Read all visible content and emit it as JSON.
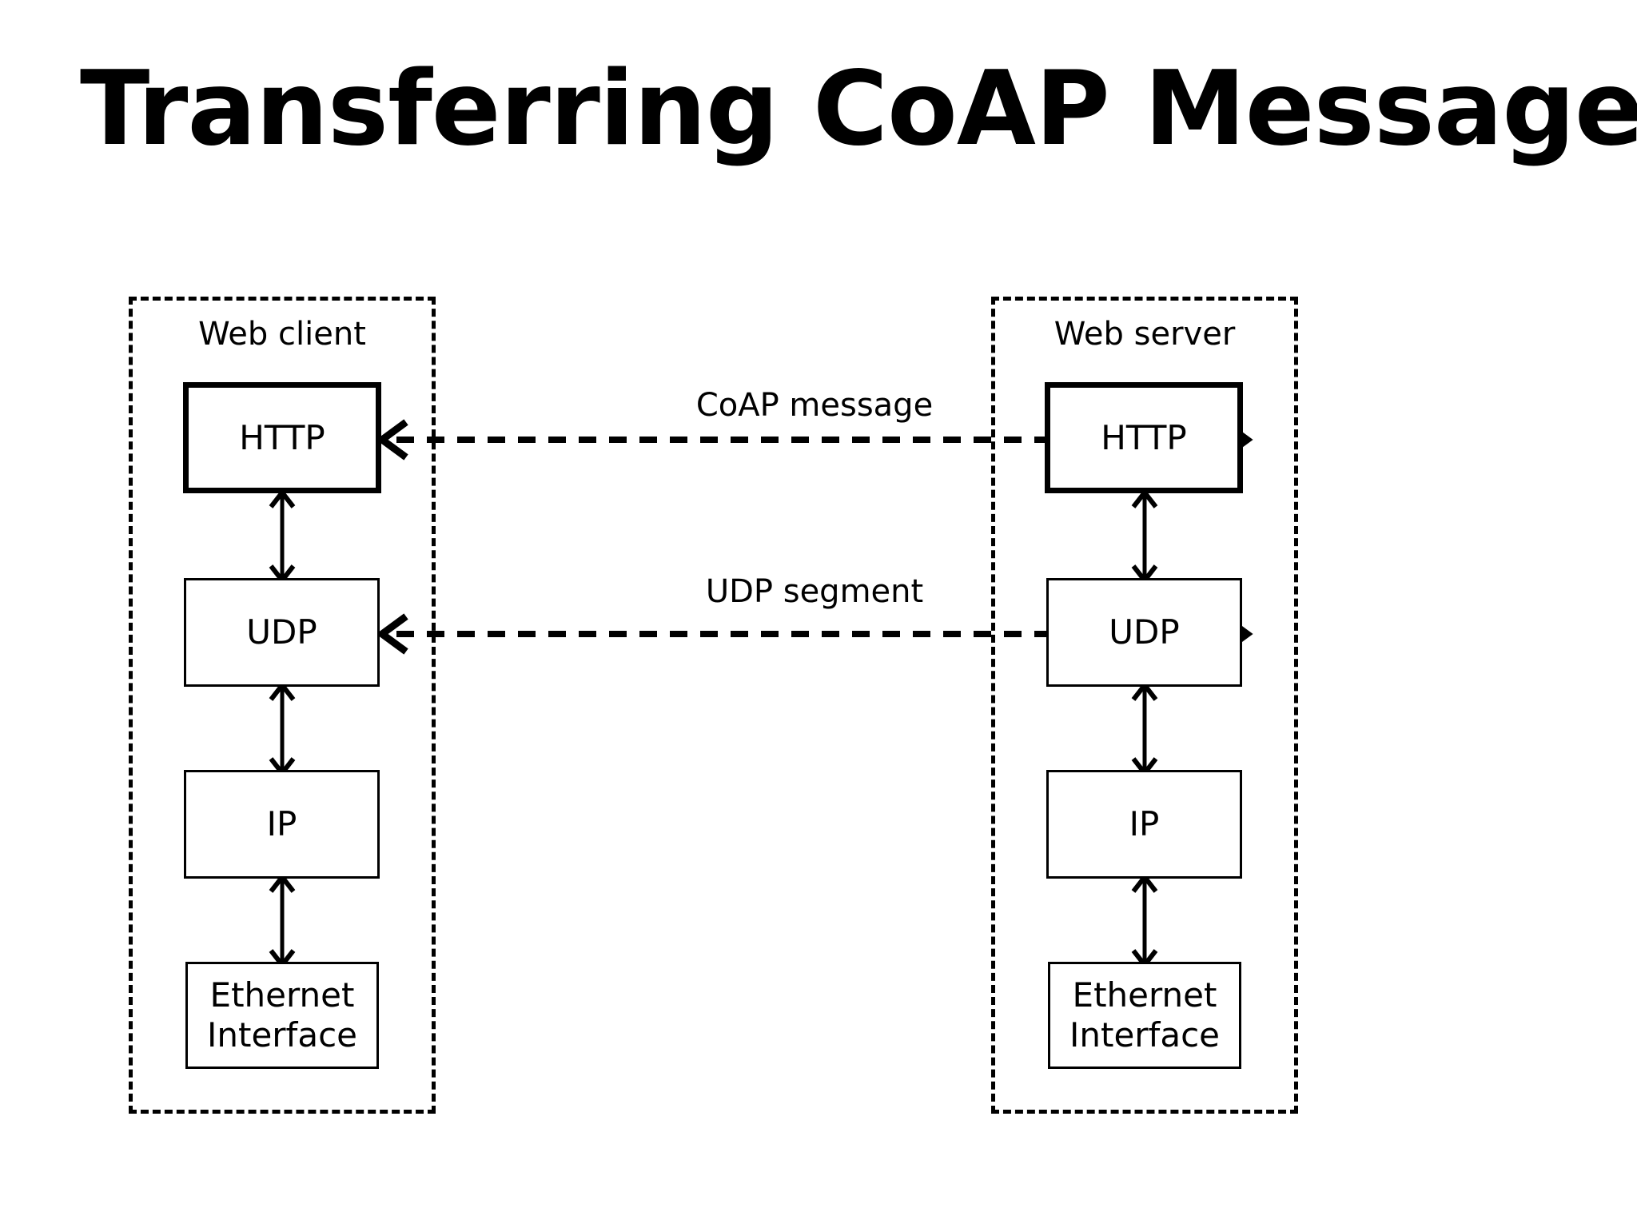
{
  "slide": {
    "title": "Transferring CoAP Message",
    "background_color": "#ffffff",
    "ink_color": "#000000"
  },
  "diagram": {
    "type": "network-protocol-stack",
    "hosts": [
      {
        "id": "web-client",
        "label": "Web client",
        "side": "left",
        "layers": [
          {
            "id": "http",
            "label": "HTTP",
            "emphasis": true
          },
          {
            "id": "udp",
            "label": "UDP",
            "emphasis": false
          },
          {
            "id": "ip",
            "label": "IP",
            "emphasis": false
          },
          {
            "id": "ethernet",
            "label": "Ethernet\nInterface",
            "emphasis": false
          }
        ]
      },
      {
        "id": "web-server",
        "label": "Web server",
        "side": "right",
        "layers": [
          {
            "id": "http",
            "label": "HTTP",
            "emphasis": true
          },
          {
            "id": "udp",
            "label": "UDP",
            "emphasis": false
          },
          {
            "id": "ip",
            "label": "IP",
            "emphasis": false
          },
          {
            "id": "ethernet",
            "label": "Ethernet\nInterface",
            "emphasis": false
          }
        ]
      }
    ],
    "links": [
      {
        "id": "coap-message",
        "label": "CoAP message",
        "from": "web-client.http",
        "to": "web-server.http",
        "style": "dashed",
        "arrowheads": "both"
      },
      {
        "id": "udp-segment",
        "label": "UDP segment",
        "from": "web-client.udp",
        "to": "web-server.udp",
        "style": "dashed",
        "arrowheads": "both"
      }
    ],
    "vertical_connections": [
      {
        "host": "web-client",
        "between": [
          "http",
          "udp"
        ],
        "arrowheads": "both"
      },
      {
        "host": "web-client",
        "between": [
          "udp",
          "ip"
        ],
        "arrowheads": "both"
      },
      {
        "host": "web-client",
        "between": [
          "ip",
          "ethernet"
        ],
        "arrowheads": "both"
      },
      {
        "host": "web-server",
        "between": [
          "http",
          "udp"
        ],
        "arrowheads": "both"
      },
      {
        "host": "web-server",
        "between": [
          "udp",
          "ip"
        ],
        "arrowheads": "both"
      },
      {
        "host": "web-server",
        "between": [
          "ip",
          "ethernet"
        ],
        "arrowheads": "both"
      }
    ]
  }
}
